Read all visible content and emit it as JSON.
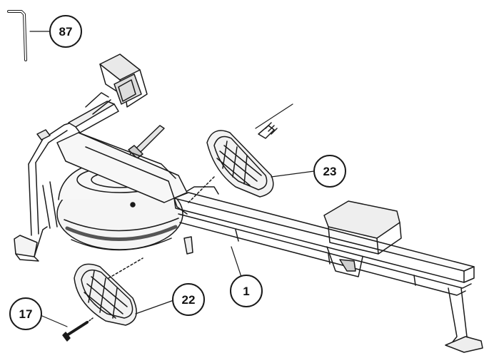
{
  "diagram": {
    "type": "exploded-assembly",
    "ink_color": "#1a1a1a",
    "paper_color": "#ffffff",
    "callouts": [
      {
        "id": "callout-87",
        "label": "87",
        "refers_to": "allen-wrench"
      },
      {
        "id": "callout-23",
        "label": "23",
        "refers_to": "right-pedal"
      },
      {
        "id": "callout-1",
        "label": "1",
        "refers_to": "main-frame"
      },
      {
        "id": "callout-22",
        "label": "22",
        "refers_to": "left-pedal"
      },
      {
        "id": "callout-17",
        "label": "17",
        "refers_to": "pedal-bolt"
      }
    ]
  }
}
